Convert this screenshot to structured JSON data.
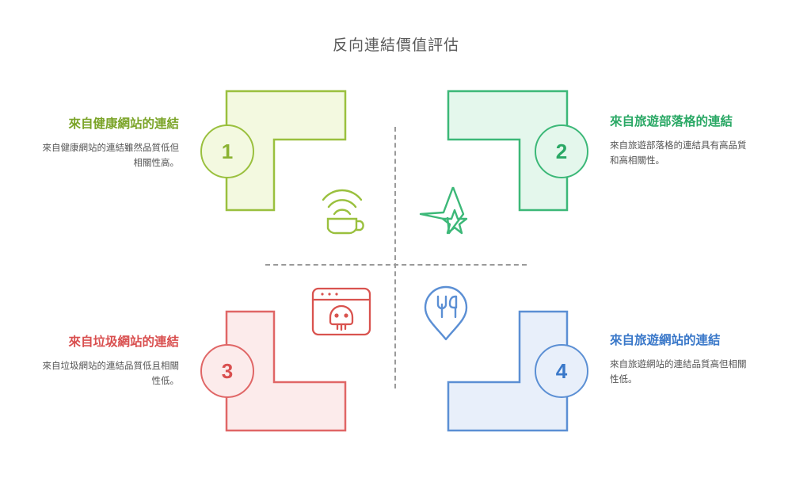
{
  "title": "反向連結價值評估",
  "colors": {
    "q1_stroke": "#9ac03e",
    "q1_fill": "#f3f9e0",
    "q1_text": "#7ba428",
    "q2_stroke": "#3cb878",
    "q2_fill": "#e4f7ec",
    "q2_text": "#2aa865",
    "q3_stroke": "#e06666",
    "q3_fill": "#fcebeb",
    "q3_text": "#d94f4f",
    "q4_stroke": "#5b8fd4",
    "q4_fill": "#e8effa",
    "q4_text": "#3a78c9",
    "divider": "#9a9a9a",
    "title_text": "#5a5a5a",
    "body_text": "#555555"
  },
  "quadrants": [
    {
      "number": "1",
      "heading": "來自健康網站的連結",
      "description": "來自健康網站的連結雖然品質低但相關性高。",
      "icon_name": "wifi-coffee-cup-icon",
      "position": "top-left"
    },
    {
      "number": "2",
      "heading": "來自旅遊部落格的連結",
      "description": "來自旅遊部落格的連結具有高品質和高相關性。",
      "icon_name": "shooting-star-icon",
      "position": "top-right"
    },
    {
      "number": "3",
      "heading": "來自垃圾網站的連結",
      "description": "來自垃圾網站的連結品質低且相關性低。",
      "icon_name": "browser-skull-icon",
      "position": "bottom-left"
    },
    {
      "number": "4",
      "heading": "來自旅遊網站的連結",
      "description": "來自旅遊網站的連結品質高但相關性低。",
      "icon_name": "restaurant-map-pin-icon",
      "position": "bottom-right"
    }
  ]
}
